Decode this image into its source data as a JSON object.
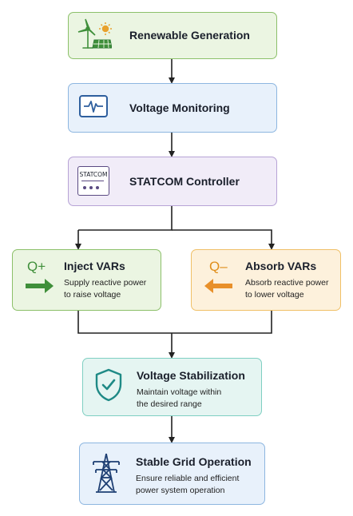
{
  "nodes": {
    "renewable": {
      "title": "Renewable Generation"
    },
    "monitoring": {
      "title": "Voltage Monitoring"
    },
    "statcom": {
      "title": "STATCOM Controller",
      "icon_text": "STATCOM"
    },
    "inject": {
      "title": "Inject VARs",
      "badge": "Q+",
      "desc_line1": "Supply reactive power",
      "desc_line2": "to raise voltage"
    },
    "absorb": {
      "title": "Absorb VARs",
      "badge": "Q–",
      "desc_line1": "Absorb reactive power",
      "desc_line2": "to lower voltage"
    },
    "stabilization": {
      "title": "Voltage Stabilization",
      "desc_line1": "Maintain voltage within",
      "desc_line2": "the desired range"
    },
    "grid": {
      "title": "Stable Grid Operation",
      "desc_line1": "Ensure reliable and efficient",
      "desc_line2": "power system operation"
    }
  },
  "colors": {
    "green_fill": "#ebf5e2",
    "green_border": "#8cc06a",
    "blue_fill": "#e8f1fb",
    "blue_border": "#8db6e0",
    "purple_fill": "#f1ecf8",
    "purple_border": "#b7a3d6",
    "orange_fill": "#fdf1dc",
    "orange_border": "#f0c067",
    "teal_fill": "#e5f5f2",
    "teal_border": "#7fcfc2",
    "connector": "#222222"
  }
}
